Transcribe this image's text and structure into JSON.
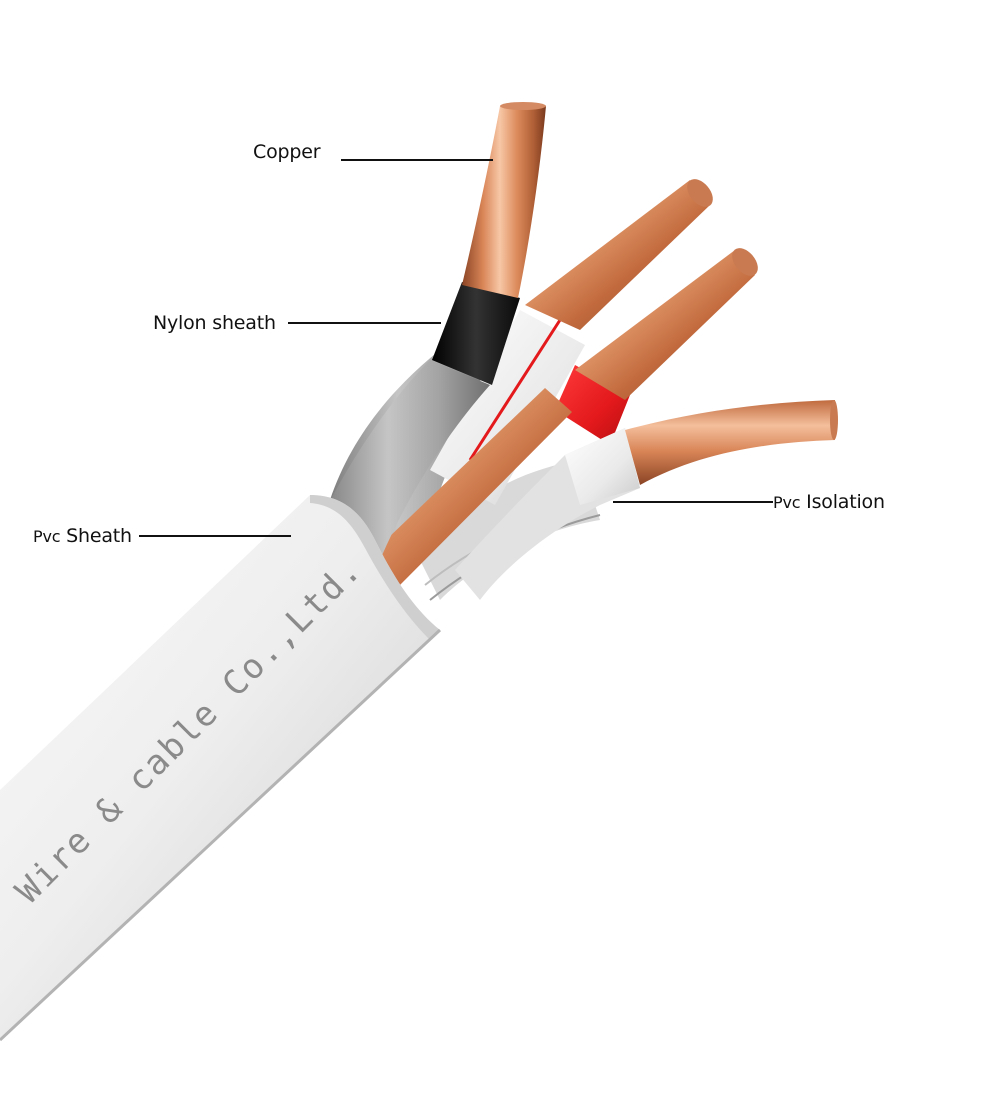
{
  "diagram": {
    "subject": "Multi-core electrical cable cross-section",
    "background": "#ffffff",
    "labels": [
      {
        "id": "copper",
        "prefix": "",
        "text": "Copper"
      },
      {
        "id": "nylon",
        "prefix": "",
        "text": "Nylon sheath"
      },
      {
        "id": "pvc_sheath",
        "prefix": "Pvc",
        "text": "Sheath"
      },
      {
        "id": "pvc_isolation",
        "prefix": "Pvc",
        "text": "Isolation"
      }
    ],
    "sheath_print": "Wire  &  cable Co.,Ltd.",
    "colors": {
      "copper_light": "#f2b48f",
      "copper_mid": "#d98557",
      "copper_dark": "#8a4424",
      "nylon_black": "#141414",
      "insulation_red": "#e3191c",
      "insulation_white": "#f1f1f1",
      "inner_grey": "#a9a9a9",
      "pvc_sheath": "#efefef",
      "leader_line": "#111111"
    }
  }
}
